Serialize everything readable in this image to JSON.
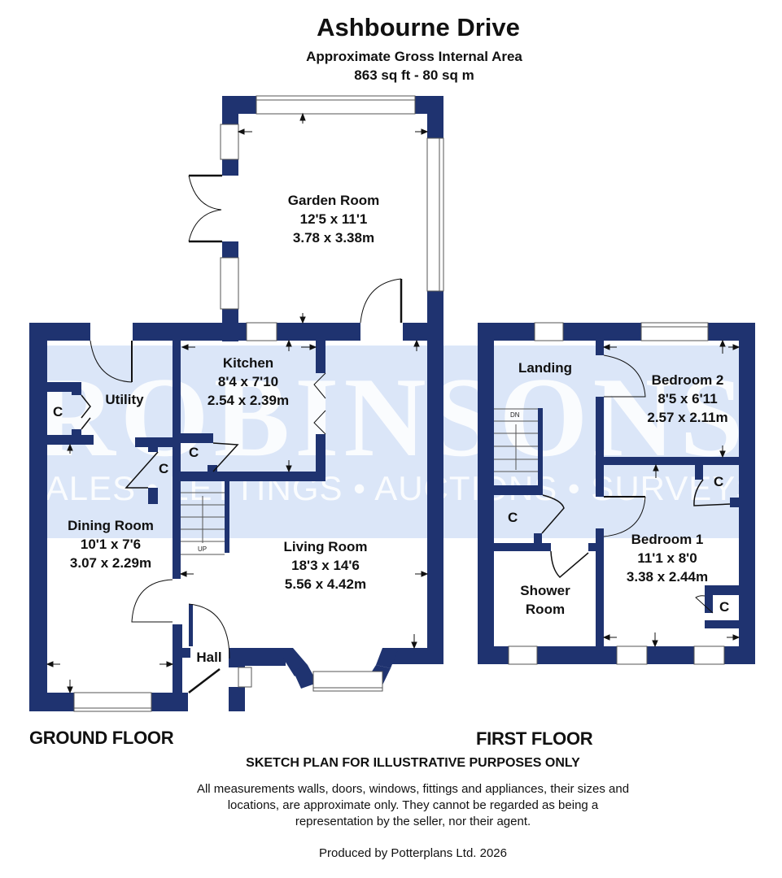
{
  "header": {
    "title": "Ashbourne Drive",
    "area_label": "Approximate Gross Internal Area",
    "area_value": "863 sq ft - 80 sq m"
  },
  "colors": {
    "wall": "#1f3370",
    "watermark_band": "#dbe6f8",
    "text": "#111111"
  },
  "watermark": {
    "brand": "ROBINSONS",
    "tagline": "SALES • LETTINGS • AUCTIONS • SURVEYS"
  },
  "ground_floor": {
    "label": "GROUND FLOOR",
    "rooms": [
      {
        "name": "Garden Room",
        "imperial": "12'5 x 11'1",
        "metric": "3.78 x 3.38m"
      },
      {
        "name": "Kitchen",
        "imperial": "8'4 x 7'10",
        "metric": "2.54 x 2.39m"
      },
      {
        "name": "Utility",
        "imperial": "",
        "metric": ""
      },
      {
        "name": "Dining Room",
        "imperial": "10'1 x 7'6",
        "metric": "3.07 x 2.29m"
      },
      {
        "name": "Living Room",
        "imperial": "18'3 x 14'6",
        "metric": "5.56 x 4.42m"
      },
      {
        "name": "Hall",
        "imperial": "",
        "metric": ""
      }
    ],
    "cupboard_label": "C",
    "stairs_label": "UP"
  },
  "first_floor": {
    "label": "FIRST FLOOR",
    "rooms": [
      {
        "name": "Landing",
        "imperial": "",
        "metric": ""
      },
      {
        "name": "Bedroom 2",
        "imperial": "8'5 x 6'11",
        "metric": "2.57 x 2.11m"
      },
      {
        "name": "Bedroom 1",
        "imperial": "11'1 x 8'0",
        "metric": "3.38 x 2.44m"
      },
      {
        "name": "Shower",
        "name2": "Room"
      }
    ],
    "cupboard_label": "C",
    "stairs_label": "DN"
  },
  "footer": {
    "heading": "SKETCH PLAN FOR ILLUSTRATIVE PURPOSES ONLY",
    "disclaimer": "All measurements walls, doors, windows, fittings and appliances, their sizes and locations, are approximate only. They cannot be regarded as being a representation by the seller, nor their agent.",
    "credit": "Produced by Potterplans Ltd. 2026"
  }
}
